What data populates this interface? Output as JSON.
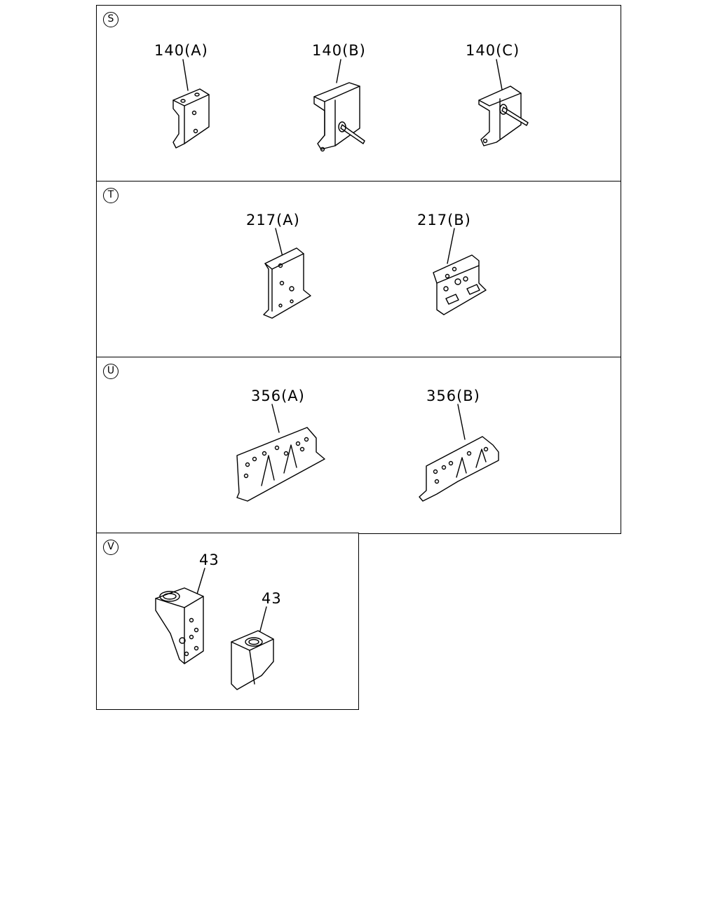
{
  "sections": [
    {
      "badge": "S",
      "parts": [
        "140(A)",
        "140(B)",
        "140(C)"
      ]
    },
    {
      "badge": "T",
      "parts": [
        "217(A)",
        "217(B)"
      ]
    },
    {
      "badge": "U",
      "parts": [
        "356(A)",
        "356(B)"
      ]
    },
    {
      "badge": "V",
      "parts": [
        "43",
        "43"
      ]
    }
  ]
}
